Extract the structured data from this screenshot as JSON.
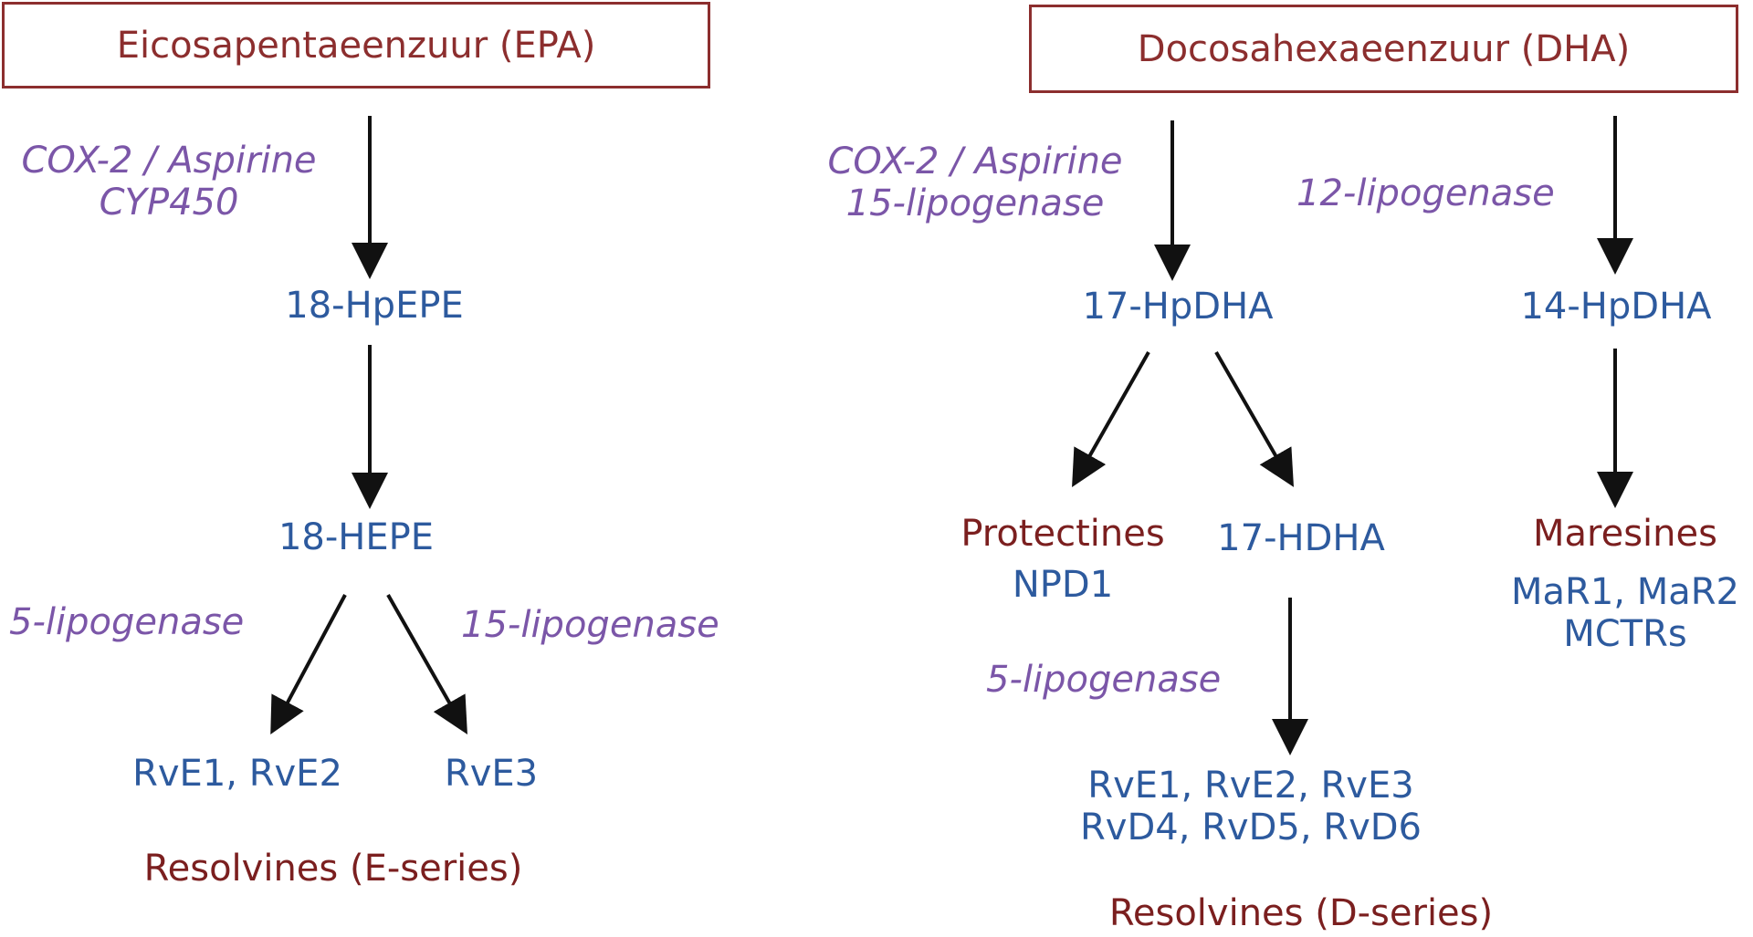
{
  "epa": {
    "title": "Eicosapentaeenzuur (EPA)",
    "enzyme1_line1": "COX-2 / Aspirine",
    "enzyme1_line2": "CYP450",
    "intermediate1": "18-HpEPE",
    "intermediate2": "18-HEPE",
    "enzyme_left": "5-lipogenase",
    "enzyme_right": "15-lipogenase",
    "product_left": "RvE1, RvE2",
    "product_right": "RvE3",
    "series_label": "Resolvines (E-series)"
  },
  "dha": {
    "title": "Docosahexaeenzuur (DHA)",
    "enzyme1_line1": "COX-2 / Aspirine",
    "enzyme1_line2": "15-lipogenase",
    "enzyme2": "12-lipogenase",
    "intermediate_17hp": "17-HpDHA",
    "intermediate_14hp": "14-HpDHA",
    "protectines_label": "Protectines",
    "protectines_product": "NPD1",
    "intermediate_17h": "17-HDHA",
    "maresines_label": "Maresines",
    "maresines_line1": "MaR1, MaR2",
    "maresines_line2": "MCTRs",
    "enzyme3": "5-lipogenase",
    "resolvins_line1": "RvE1, RvE2, RvE3",
    "resolvins_line2": "RvD4, RvD5, RvD6",
    "series_label": "Resolvines (D-series)"
  },
  "colors": {
    "box_border": "#8c2e2e",
    "title_text": "#8c2e2e",
    "compound_blue": "#2d5a9e",
    "class_red": "#7b1f1f",
    "enzyme_purple": "#7b56a8",
    "arrow": "#111111"
  }
}
